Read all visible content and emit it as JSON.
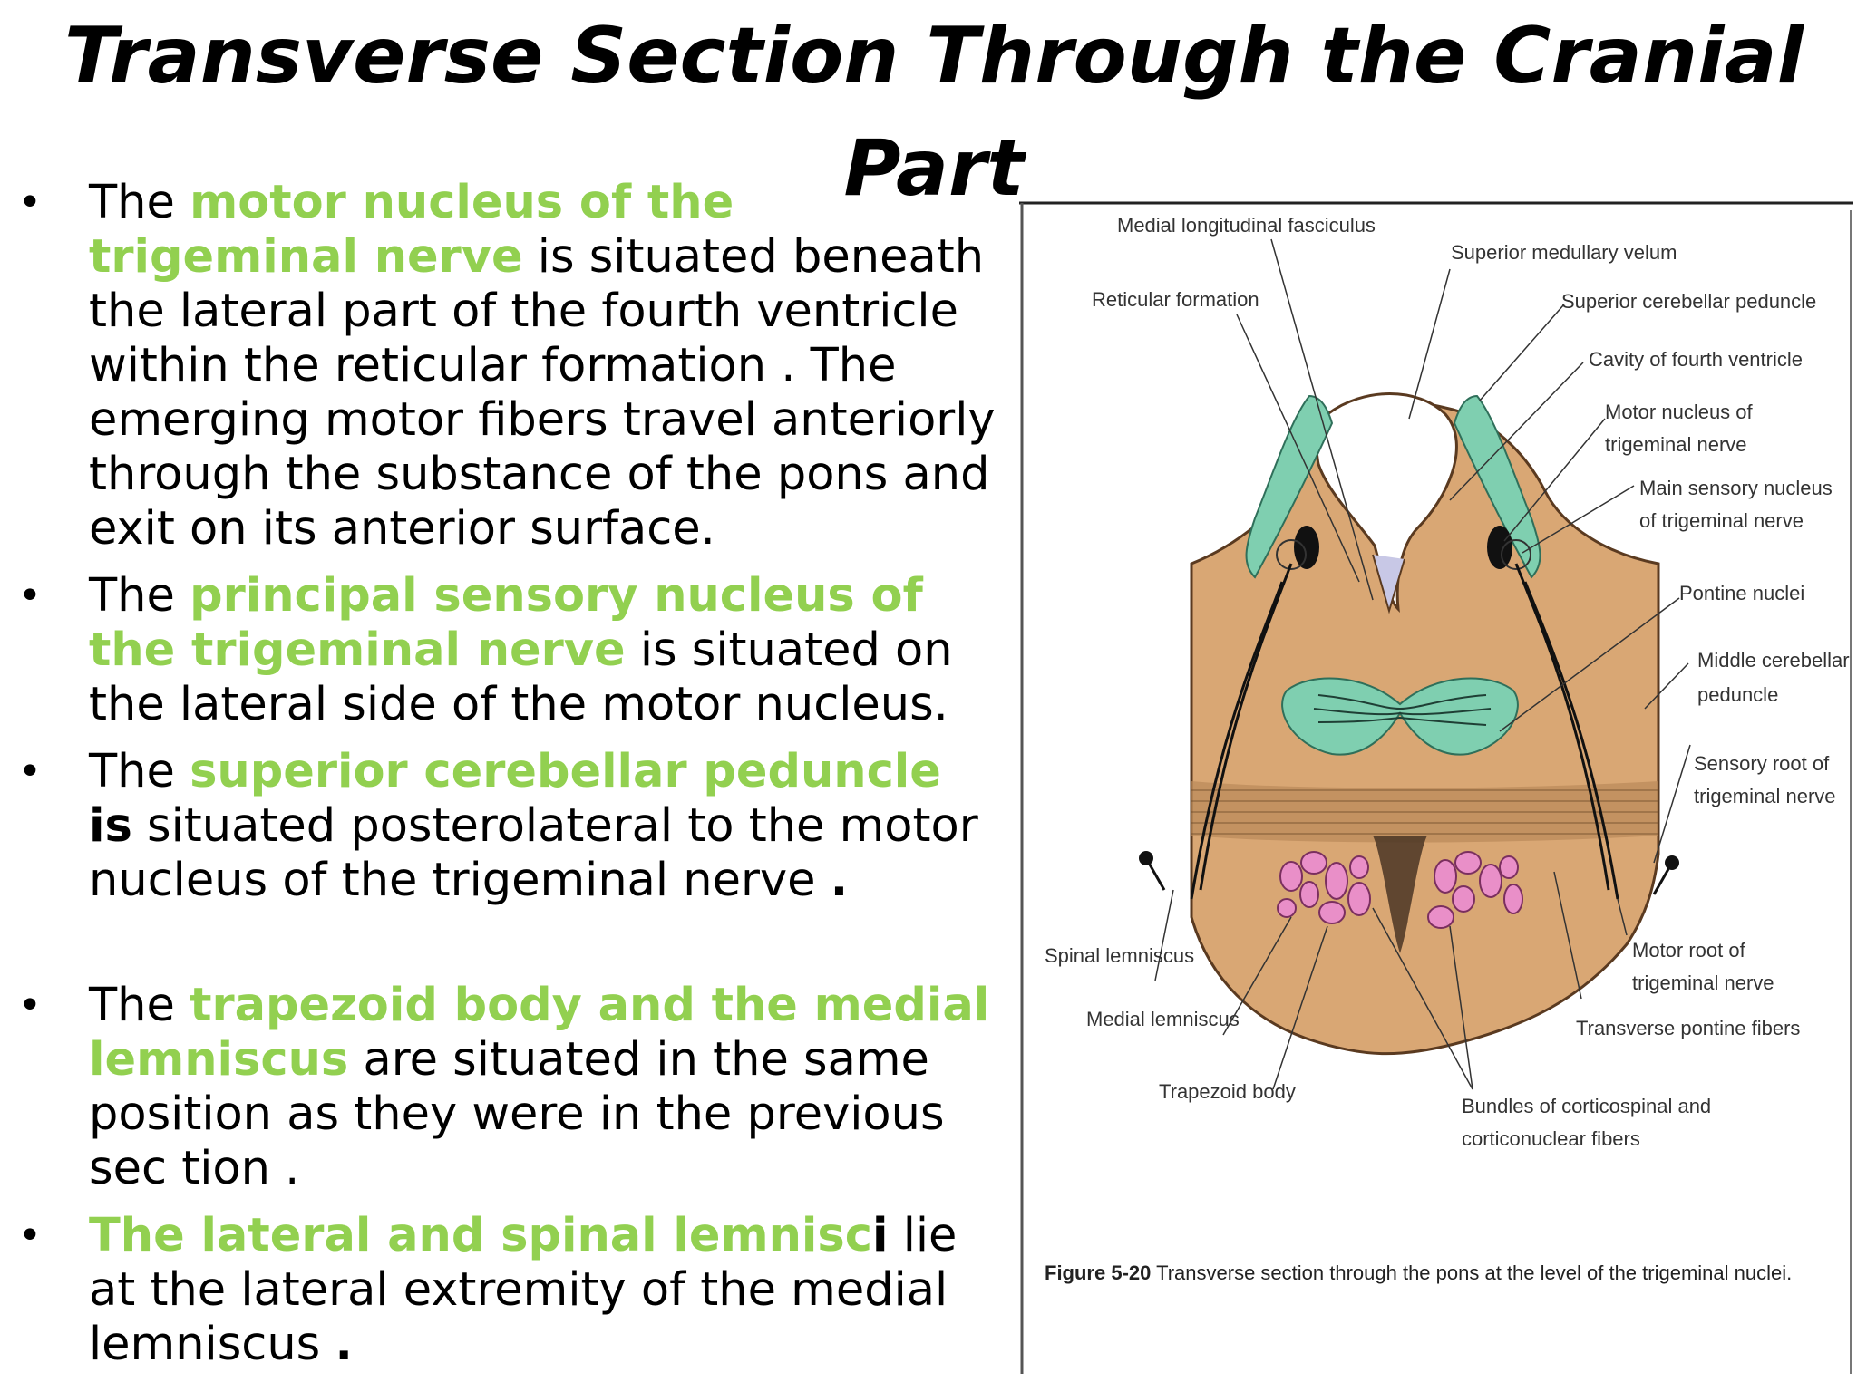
{
  "title": "Transverse Section Through the Cranial Part",
  "bullets": [
    {
      "b1_pre": "The ",
      "b1_hl": "motor nucleus of the trigeminal nerve",
      "b1_post": " is situated beneath the lateral part of the fourth ventricle within the reticular formation . The emerging motor fibers travel anteriorly through the substance of the pons and exit on its anterior surface."
    },
    {
      "b2_pre": "The ",
      "b2_hl": "principal  sensory nucleus of the trigeminal  nerve",
      "b2_post": " is situated on the lateral side of the motor nucleus."
    },
    {
      "b3_pre": "The ",
      "b3_hl": "superior cerebellar peduncle",
      "b3_bold": " is",
      "b3_post": " situated posterolateral to the motor nucleus of the trigeminal nerve ",
      "b3_end": "."
    },
    {
      "b4_pre": " The ",
      "b4_hl": "trapezoid body and the medial lemniscus",
      "b4_post": " are situated in the same position as they were in the previous sec tion ."
    },
    {
      "b5_hl": " The lateral  and spinal  lemnisc",
      "b5_bold": "i",
      "b5_post": " lie at the lateral extremity of the medial lemniscus ",
      "b5_end": "."
    }
  ],
  "figure": {
    "labels": {
      "mlf": "Medial longitudinal fasciculus",
      "smv": "Superior medullary velum",
      "rf": "Reticular formation",
      "scp": "Superior cerebellar peduncle",
      "cav4": "Cavity of fourth ventricle",
      "mn1": "Motor nucleus of",
      "mn2": "trigeminal nerve",
      "ms1": "Main sensory nucleus",
      "ms2": "of trigeminal nerve",
      "pn": "Pontine nuclei",
      "mcp1": "Middle cerebellar",
      "mcp2": "peduncle",
      "sr1": "Sensory root of",
      "sr2": "trigeminal nerve",
      "sl": "Spinal lemniscus",
      "ml": "Medial lemniscus",
      "mr1": "Motor root of",
      "mr2": "trigeminal nerve",
      "tpf": "Transverse pontine fibers",
      "tb": "Trapezoid body",
      "bc1": "Bundles of corticospinal and",
      "bc2": "corticonuclear fibers"
    },
    "caption_bold": "Figure 5-20",
    "caption_text": " Transverse section through the pons at the level of the trigeminal nuclei."
  },
  "colors": {
    "highlight": "#92d050",
    "pons_fill": "#d9a774",
    "green_fill": "#7fcfb0",
    "pink_fill": "#e98fc8"
  }
}
